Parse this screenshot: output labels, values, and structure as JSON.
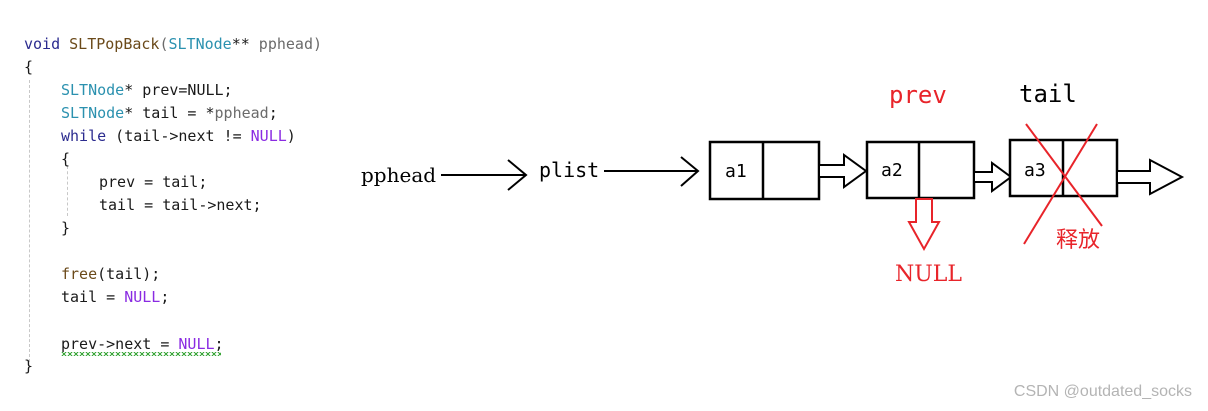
{
  "code": {
    "l1": {
      "kw": "void",
      "fn": "SLTPopBack",
      "paren_open": "(",
      "type": "SLTNode",
      "stars": "**",
      "param": " pphead",
      "paren_close": ")"
    },
    "l2": {
      "text": "{"
    },
    "l3": {
      "type": "SLTNode",
      "rest": "* prev=NULL;"
    },
    "l4": {
      "type": "SLTNode",
      "rest1": "* tail = *",
      "param": "pphead",
      "rest2": ";"
    },
    "l5": {
      "kw": "while",
      "rest1": " (tail->next != ",
      "null": "NULL",
      "rest2": ")"
    },
    "l6": {
      "text": "{"
    },
    "l7": {
      "text": "prev = tail;"
    },
    "l8": {
      "text": "tail = tail->next;"
    },
    "l9": {
      "text": "}"
    },
    "l10": {
      "fn": "free",
      "rest": "(tail);"
    },
    "l11": {
      "rest1": "tail = ",
      "null": "NULL",
      "rest2": ";"
    },
    "l12": {
      "rest1": "prev->next = ",
      "null": "NULL",
      "rest2": ";"
    },
    "l13": {
      "text": "}"
    }
  },
  "diagram": {
    "pphead_label": "pphead",
    "plist_label": "plist",
    "nodes": [
      {
        "label": "a1"
      },
      {
        "label": "a2"
      },
      {
        "label": "a3"
      }
    ],
    "prev_label": "prev",
    "tail_label": "tail",
    "null_label": "NULL",
    "release_label": "释放",
    "colors": {
      "annotation": "#e8242a",
      "stroke": "#000000"
    }
  },
  "watermark": "CSDN @outdated_socks"
}
